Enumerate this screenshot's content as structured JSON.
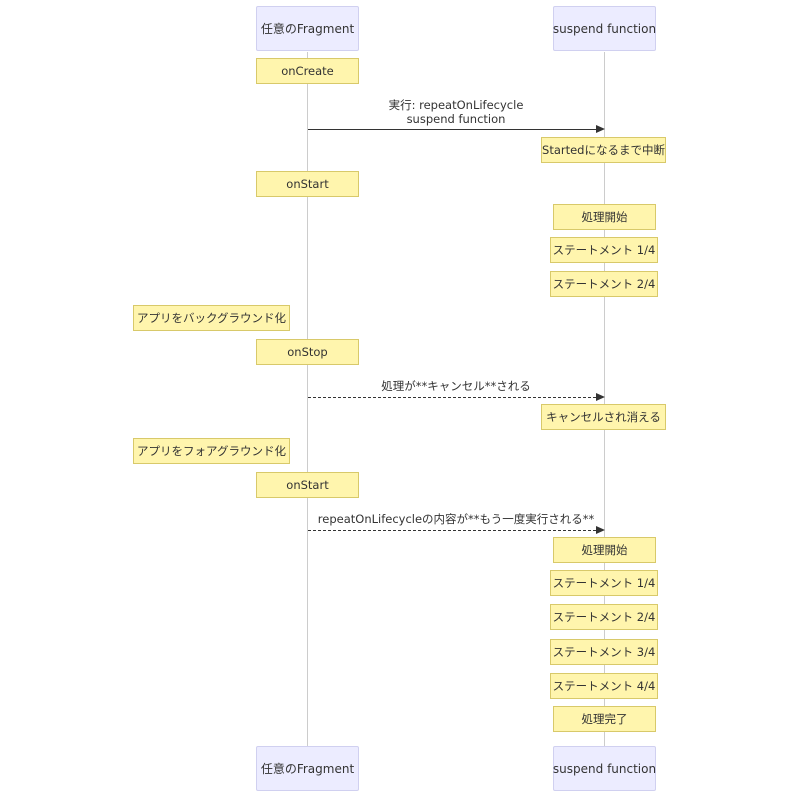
{
  "participants": {
    "fragment": "任意のFragment",
    "suspend": "suspend function"
  },
  "notes": {
    "on_create": "onCreate",
    "started_suspend": "Startedになるまで中断",
    "on_start_1": "onStart",
    "process_start_1": "処理開始",
    "statement_1_of_4_a": "ステートメント 1/4",
    "statement_2_of_4_a": "ステートメント 2/4",
    "app_background": "アプリをバックグラウンド化",
    "on_stop": "onStop",
    "cancelled_vanish": "キャンセルされ消える",
    "app_foreground": "アプリをフォアグラウンド化",
    "on_start_2": "onStart",
    "process_start_2": "処理開始",
    "statement_1_of_4_b": "ステートメント 1/4",
    "statement_2_of_4_b": "ステートメント 2/4",
    "statement_3_of_4": "ステートメント 3/4",
    "statement_4_of_4": "ステートメント 4/4",
    "process_complete": "処理完了"
  },
  "messages": {
    "execute_line1": "実行: repeatOnLifecycle",
    "execute_line2": "suspend function",
    "cancelled": "処理が**キャンセル**される",
    "rerun": "repeatOnLifecycleの内容が**もう一度実行される**"
  }
}
